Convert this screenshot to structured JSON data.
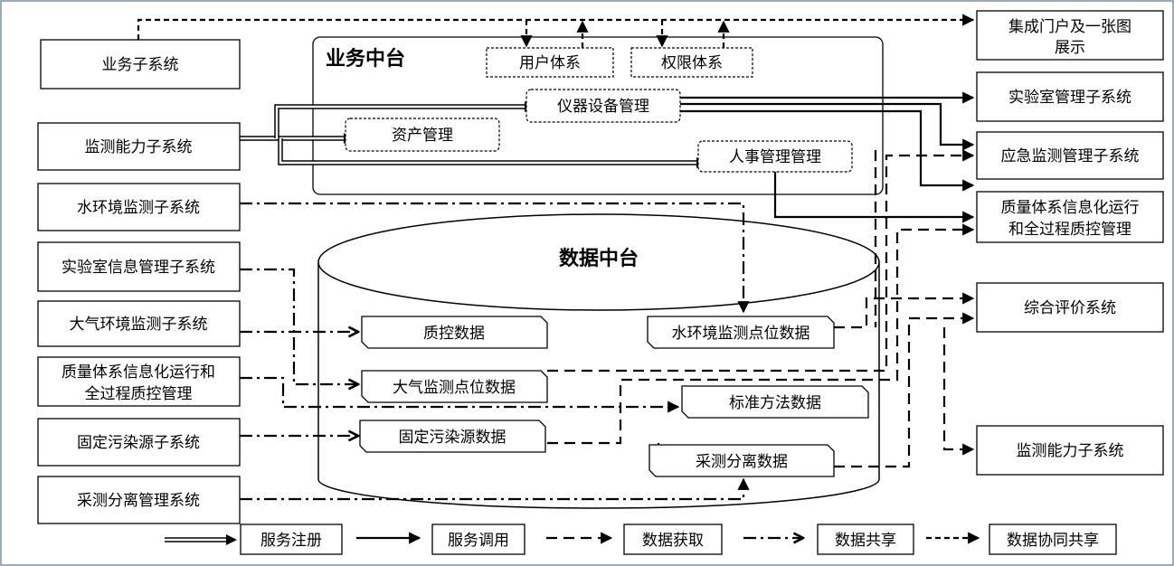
{
  "external_left": {
    "business": "业务子系统",
    "monitor_capability": "监测能力子系统",
    "water_env": "水环境监测子系统",
    "lab_info": "实验室信息管理子系统",
    "air_env": "大气环境监测子系统",
    "quality_line1": "质量体系信息化运行和",
    "quality_line2": "全过程质控管理",
    "fixed_pollution": "固定污染源子系统",
    "sampling": "采测分离管理系统"
  },
  "external_right": {
    "portal_line1": "集成门户及一张图",
    "portal_line2": "展示",
    "lab_mgmt": "实验室管理子系统",
    "emergency": "应急监测管理子系统",
    "quality_line1": "质量体系信息化运行",
    "quality_line2": "和全过程质控管理",
    "evaluation": "综合评价系统",
    "monitor_capability": "监测能力子系统"
  },
  "business_platform": {
    "title": "业务中台",
    "user_system": "用户体系",
    "permission_system": "权限体系",
    "instrument_mgmt": "仪器设备管理",
    "asset_mgmt": "资产管理",
    "hr_mgmt": "人事管理管理"
  },
  "data_platform": {
    "title": "数据中台",
    "qc_data": "质控数据",
    "air_points": "大气监测点位数据",
    "fixed_pollution_data": "固定污染源数据",
    "water_points": "水环境监测点位数据",
    "standard_methods": "标准方法数据",
    "sampling_data": "采测分离数据"
  },
  "legend": {
    "registration": "服务注册",
    "invocation": "服务调用",
    "acquisition": "数据获取",
    "sharing": "数据共享",
    "collaborative": "数据协同共享"
  }
}
